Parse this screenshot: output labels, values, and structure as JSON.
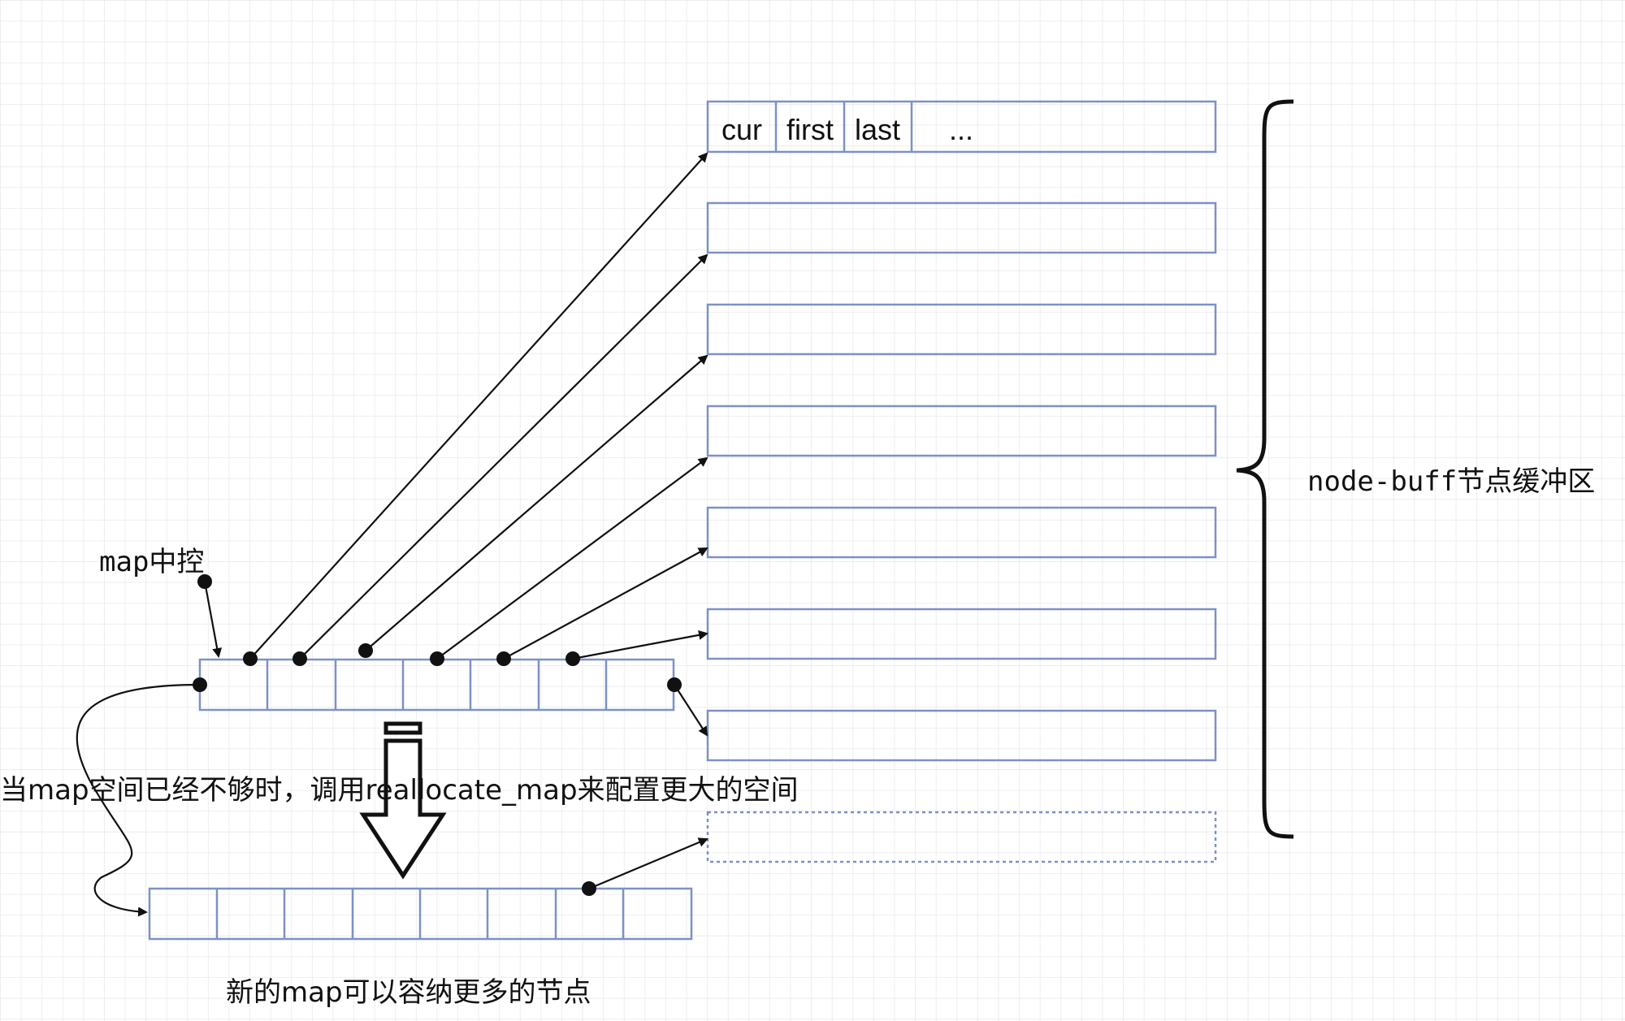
{
  "header_cells": {
    "c1": "cur",
    "c2": "first",
    "c3": "last",
    "c4": "..."
  },
  "labels": {
    "map_control": "map中控",
    "buffer_zone": "node-buff节点缓冲区",
    "realloc_note": "当map空间已经不够时，调用reallocate_map来配置更大的空间",
    "new_map_note": "新的map可以容纳更多的节点"
  },
  "colors": {
    "box_stroke": "#7d91c6",
    "line": "#111111"
  },
  "counts": {
    "buffers": 8,
    "map_cells": 7,
    "new_map_cells": 8
  }
}
